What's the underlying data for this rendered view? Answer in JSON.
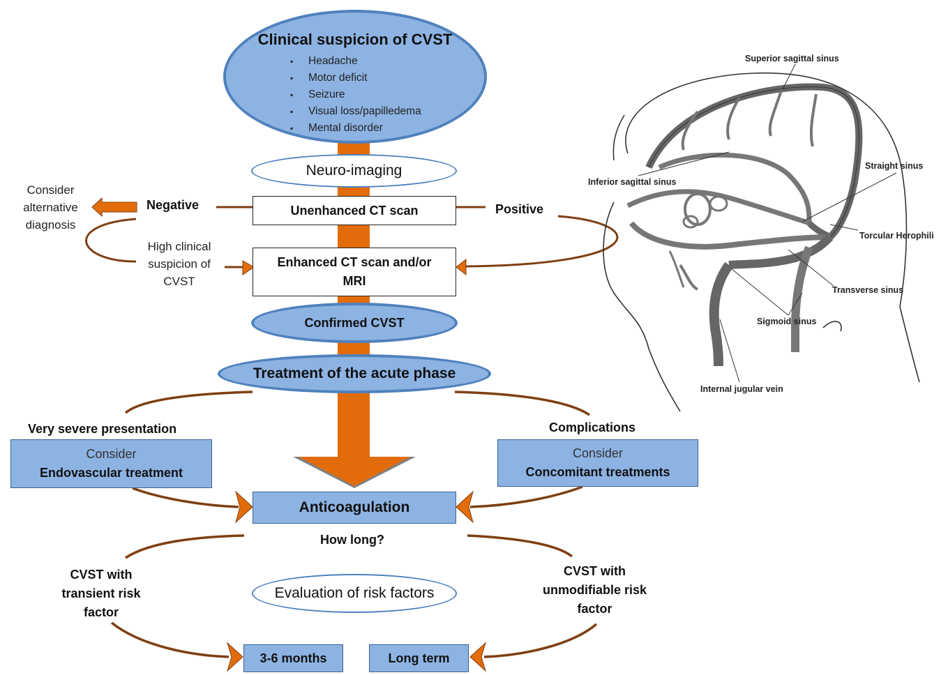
{
  "suspicion": {
    "title": "Clinical suspicion of CVST",
    "symptoms": [
      "Headache",
      "Motor deficit",
      "Seizure",
      "Visual loss/papilledema",
      "Mental disorder"
    ]
  },
  "neuro_imaging": "Neuro-imaging",
  "unenhanced_ct": "Unenhanced CT scan",
  "negative": "Negative",
  "positive": "Positive",
  "alternative": [
    "Consider",
    "alternative",
    "diagnosis"
  ],
  "high_suspicion": [
    "High clinical",
    "suspicion of",
    "CVST"
  ],
  "enhanced": [
    "Enhanced CT scan and/or",
    "MRI"
  ],
  "confirmed": "Confirmed CVST",
  "treatment": "Treatment of the acute phase",
  "severe": "Very severe presentation",
  "complications": "Complications",
  "endovascular": {
    "line1": "Consider",
    "line2": "Endovascular treatment"
  },
  "concomitant": {
    "line1": "Consider",
    "line2": "Concomitant treatments"
  },
  "anticoagulation": "Anticoagulation",
  "how_long": "How long?",
  "transient": [
    "CVST with",
    "transient risk",
    "factor"
  ],
  "unmodifiable": [
    "CVST with",
    "unmodifiable risk",
    "factor"
  ],
  "evaluation": "Evaluation of risk factors",
  "short_term": "3-6 months",
  "long_term": "Long term",
  "anatomy": {
    "superior_sagittal": "Superior sagittal sinus",
    "inferior_sagittal": "Inferior sagittal sinus",
    "straight": "Straight sinus",
    "torcular": "Torcular Herophili",
    "transverse": "Transverse sinus",
    "sigmoid": "Sigmoid sinus",
    "jugular": "Internal jugular vein"
  },
  "colors": {
    "blue_fill": "#8db3e2",
    "blue_border": "#4f81bd",
    "orange": "#e36c0a",
    "arrow_line": "#7f3f12"
  }
}
